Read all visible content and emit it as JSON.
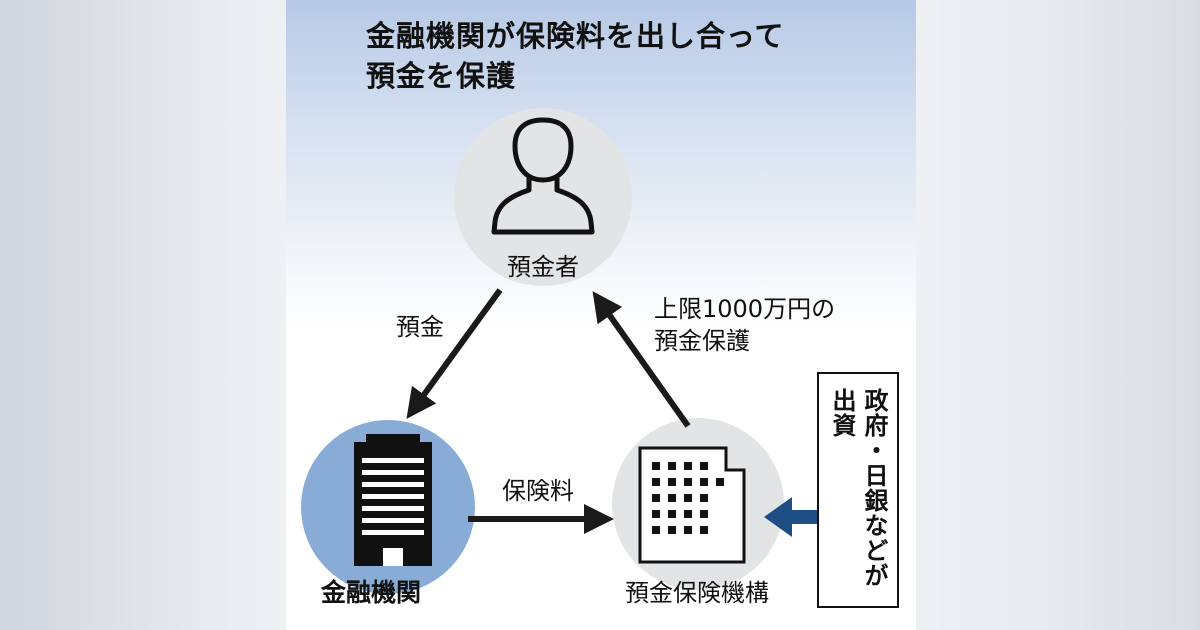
{
  "title": {
    "line1": "金融機関が保険料を出し合って",
    "line2": "預金を保護"
  },
  "nodes": {
    "depositor": "預金者",
    "bank": "金融機関",
    "corp": "預金保険機構"
  },
  "edges": {
    "deposit": "預金",
    "premium": "保険料",
    "protection_line1": "上限1000万円の",
    "protection_line2": "預金保護"
  },
  "funders": {
    "col1": "政府・日銀などが",
    "col2": "出資"
  },
  "colors": {
    "bank_circle": "#88acd6",
    "gray_circle": "#e3e4e6",
    "arrow_dark": "#1a1a1a",
    "arrow_blue": "#1f4e86"
  },
  "icons": [
    "person-icon",
    "bank-building-icon",
    "office-building-icon"
  ]
}
